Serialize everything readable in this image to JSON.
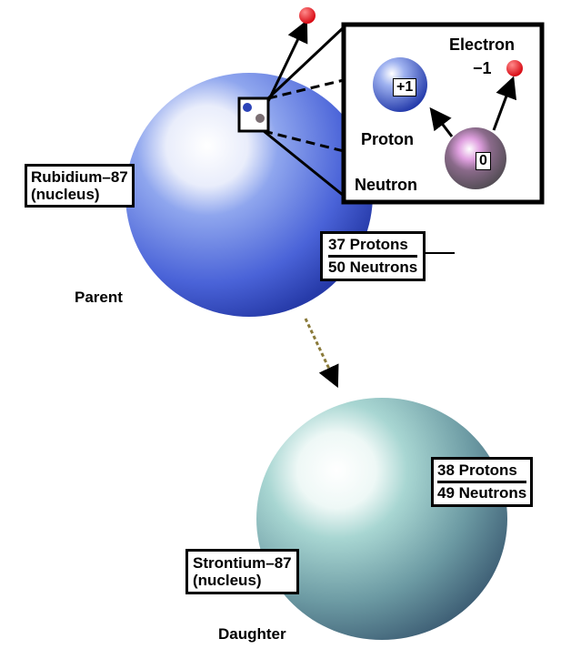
{
  "parent": {
    "name_line1": "Rubidium–87",
    "name_line2": "(nucleus)",
    "protons": "37 Protons",
    "neutrons": "50 Neutrons",
    "role": "Parent"
  },
  "inset": {
    "electron_label": "Electron",
    "electron_charge": "−1",
    "proton_label": "Proton",
    "proton_charge": "+1",
    "neutron_label": "Neutron",
    "neutron_charge": "0"
  },
  "daughter": {
    "name_line1": "Strontium–87",
    "name_line2": "(nucleus)",
    "protons": "38 Protons",
    "neutrons": "49 Neutrons",
    "role": "Daughter"
  },
  "colors": {
    "parent_sphere": "#4a63d8",
    "daughter_sphere": "#5a8c95",
    "electron": "#e8121a",
    "proton": "#3a55c8",
    "neutron": "#7a6e72",
    "arrow": "#8a7a3a"
  }
}
